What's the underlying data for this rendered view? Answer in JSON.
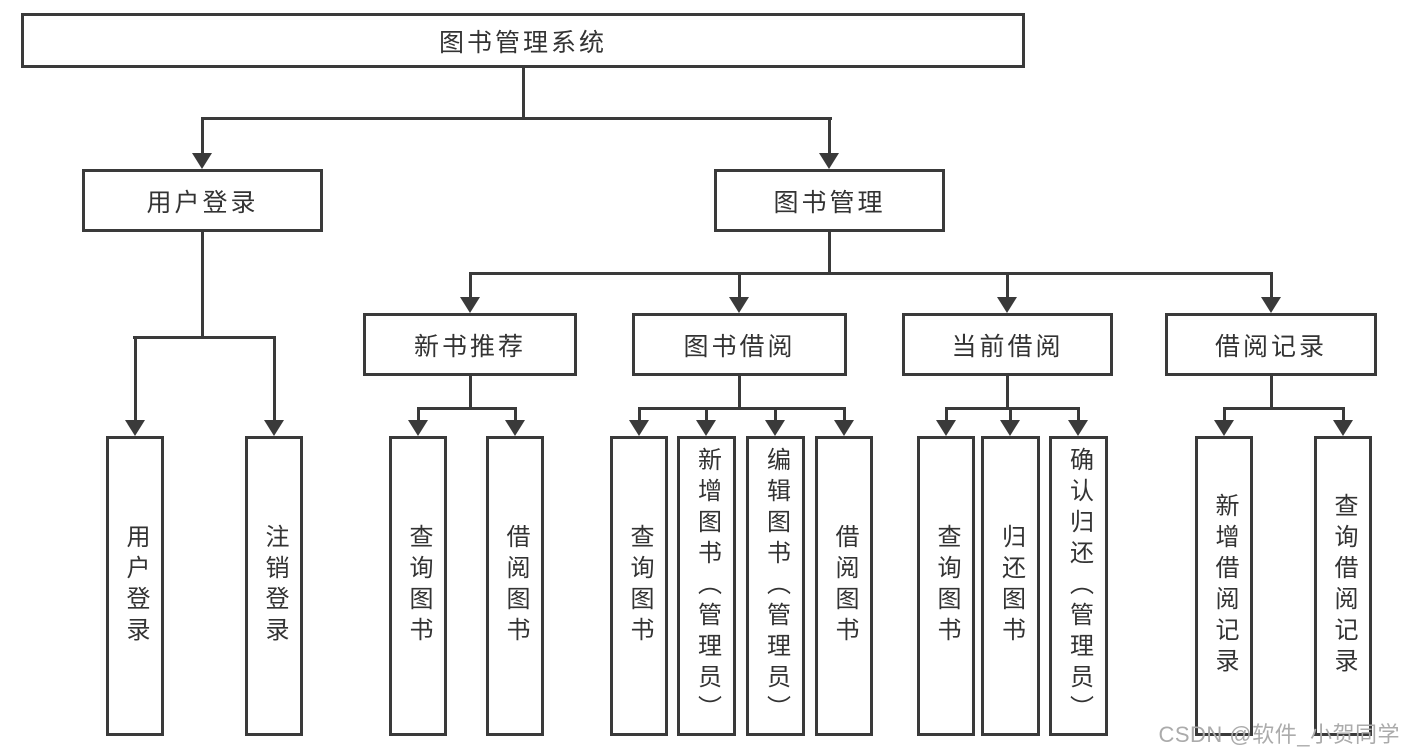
{
  "diagram": {
    "root": {
      "label": "图书管理系统"
    },
    "user_login": {
      "label": "用户登录",
      "children": [
        {
          "label": "用户登录"
        },
        {
          "label": "注销登录"
        }
      ]
    },
    "book_mgmt": {
      "label": "图书管理",
      "sections": [
        {
          "label": "新书推荐",
          "children": [
            {
              "label": "查询图书"
            },
            {
              "label": "借阅图书"
            }
          ]
        },
        {
          "label": "图书借阅",
          "children": [
            {
              "label": "查询图书"
            },
            {
              "label": "新增图书（管理员）"
            },
            {
              "label": "编辑图书（管理员）"
            },
            {
              "label": "借阅图书"
            }
          ]
        },
        {
          "label": "当前借阅",
          "children": [
            {
              "label": "查询图书"
            },
            {
              "label": "归还图书"
            },
            {
              "label": "确认归还（管理员）"
            }
          ]
        },
        {
          "label": "借阅记录",
          "children": [
            {
              "label": "新增借阅记录"
            },
            {
              "label": "查询借阅记录"
            }
          ]
        }
      ]
    }
  },
  "watermark": {
    "text": "CSDN @软件_小贺同学"
  },
  "colors": {
    "line": "#3a3a3a",
    "box_border": "#3a3a3a",
    "box_bg": "#ffffff",
    "text": "#333333",
    "watermark": "#ababab",
    "background": "#ffffff"
  }
}
